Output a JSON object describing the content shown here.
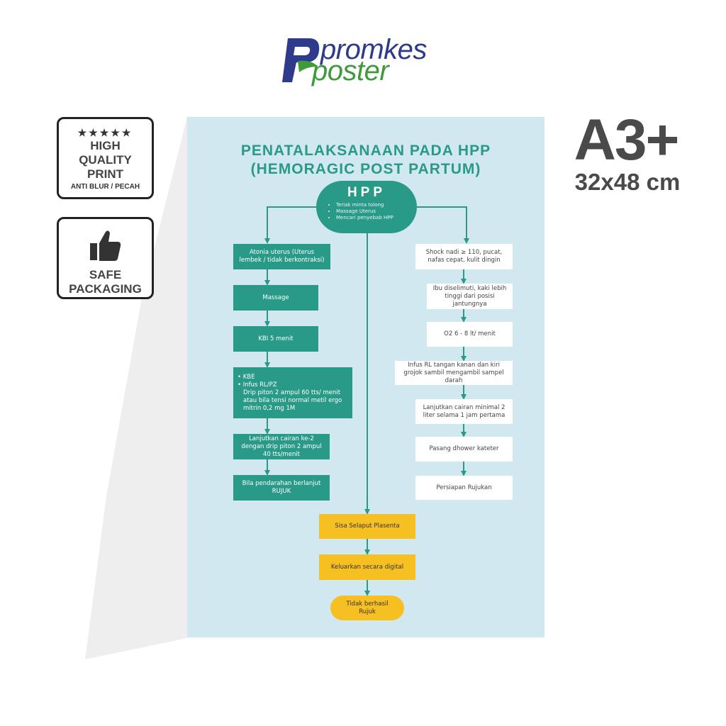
{
  "logo": {
    "word1": "promkes",
    "word2": "poster"
  },
  "badges": {
    "quality": {
      "stars": "★★★★★",
      "line1": "HIGH",
      "line2": "QUALITY",
      "line3": "PRINT",
      "subline": "ANTI BLUR / PECAH",
      "icon": "stars-icon"
    },
    "packaging": {
      "line1": "SAFE",
      "line2": "PACKAGING",
      "icon": "thumbs-up-icon"
    }
  },
  "size": {
    "format": "A3+",
    "dimensions": "32x48 cm"
  },
  "poster": {
    "title_line1": "PENATALAKSANAAN PADA HPP",
    "title_line2": "(HEMORAGIC POST PARTUM)",
    "start": {
      "title": "HPP",
      "bullets": [
        "Teriak minta tolong",
        "Massage Uterus",
        "Mencari penyebab HPP"
      ]
    },
    "left_steps": [
      "Atonia uterus (Uterus lembek / tidak berkontraksi)",
      "Massage",
      "KBI 5 menit",
      "Lanjutkan cairan ke-2 dengan drip piton 2 ampul 40 tts/menit",
      "Bila pendarahan berlanjut RUJUK"
    ],
    "left_detail": {
      "bullet1": "KBE",
      "bullet2": "Infus RL/PZ",
      "text": "Drip piton 2 ampul 60 tts/ menit atau bila tensi normal metil ergo mitrin 0,2 mg 1M"
    },
    "right_steps": [
      "Shock nadi ≥ 110, pucat, nafas cepat, kulit dingin",
      "Ibu diselimuti, kaki lebih tinggi dari posisi jantungnya",
      "O2 6 - 8 lt/ menit",
      "Infus RL tangan kanan dan kiri grojok sambil mengambil sampel darah",
      "Lanjutkan cairan minimal 2 liter selama 1 jam pertama",
      "Pasang dhower kateter",
      "Persiapan Rujukan"
    ],
    "center_steps": [
      "Sisa Selaput Plasenta",
      "Keluarkan secara digital"
    ],
    "end": {
      "line1": "Tidak berhasil",
      "line2": "Rujuk"
    }
  },
  "colors": {
    "teal": "#2a9a88",
    "poster_bg": "#d2e8f1",
    "yellow": "#f6bf22",
    "logo_blue": "#2e3a8c",
    "logo_green": "#3f9b3a"
  }
}
